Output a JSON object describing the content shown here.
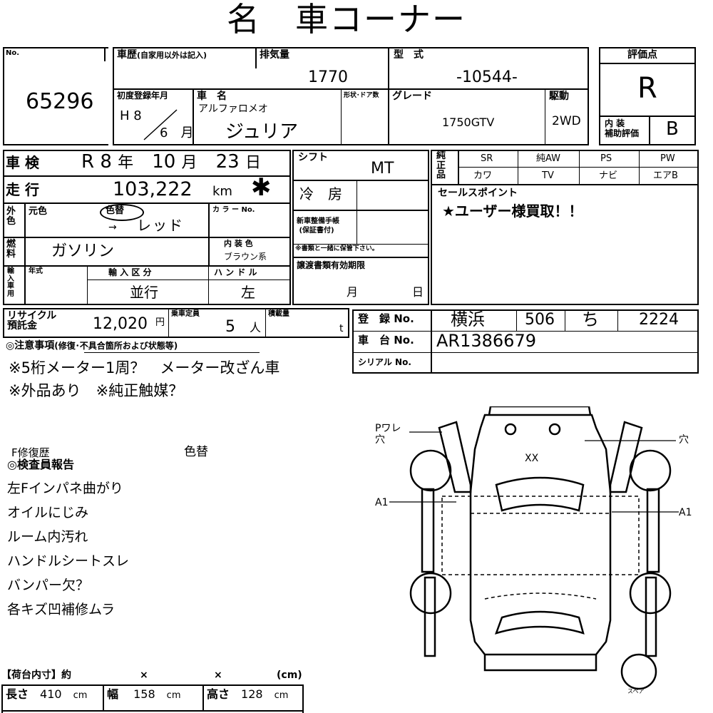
{
  "header": {
    "title": "名　車コーナー"
  },
  "lot": {
    "no_label": "No.",
    "number": "65296"
  },
  "history": {
    "label": "車歴",
    "sub": "(自家用以外は記入)"
  },
  "displacement": {
    "label": "排気量",
    "value": "1770"
  },
  "model": {
    "label": "型　式",
    "value": "-10544-"
  },
  "first_reg": {
    "label": "初度登録年月",
    "era": "H",
    "year": "8",
    "month": "6",
    "month_unit": "月"
  },
  "car_name": {
    "label": "車　名",
    "maker": "アルファロメオ",
    "name": "ジュリア"
  },
  "body_type": {
    "label": "形状･ドア数"
  },
  "grade": {
    "label": "グレード",
    "value": "1750GTV"
  },
  "drive": {
    "label": "駆動",
    "value": "2WD"
  },
  "score": {
    "label": "評価点",
    "value": "R",
    "interior_label1": "内 装",
    "interior_label2": "補助評価",
    "interior_value": "B"
  },
  "inspection": {
    "label": "車 検",
    "era": "R",
    "year": "8",
    "year_unit": "年",
    "month": "10",
    "month_unit": "月",
    "day": "23",
    "day_unit": "日"
  },
  "shift": {
    "label": "シフト",
    "value": "MT"
  },
  "mileage": {
    "label": "走 行",
    "value": "103,222",
    "unit": "km",
    "mark": "✱"
  },
  "ac": {
    "label": "冷　房"
  },
  "genuine": {
    "label": "純正品",
    "row1": [
      "SR",
      "純AW",
      "PS",
      "PW"
    ],
    "row2": [
      "カワ",
      "TV",
      "ナビ",
      "エアB"
    ]
  },
  "color": {
    "label": "外色",
    "orig_label": "元色",
    "repaint": "色替",
    "arrow": "→",
    "value": "レッド",
    "code_label": "カ ラ ー No."
  },
  "manual": {
    "label1": "新車整備手帳",
    "label2": "(保証書付)",
    "note": "※書類と一緒に保管下さい。"
  },
  "sales": {
    "label": "セールスポイント",
    "text": "★ユーザー様買取！！"
  },
  "fuel": {
    "label": "燃料",
    "value": "ガソリン",
    "int_label": "内 装 色",
    "int_value": "ブラウン系"
  },
  "import": {
    "label": "輸入車用",
    "year_label": "年式",
    "class_label": "輸 入 区 分",
    "class_value": "並行",
    "handle_label": "ハ ン ド ル",
    "handle_value": "左"
  },
  "transfer": {
    "label": "譲渡書類有効期限",
    "month": "月",
    "day": "日"
  },
  "recycle": {
    "label1": "リサイクル",
    "label2": "預託金",
    "value": "12,020",
    "unit": "円",
    "cap_label": "乗車定員",
    "cap_value": "5",
    "cap_unit": "人",
    "load_label": "積載量",
    "load_unit": "t"
  },
  "registration": {
    "label": "登　録 No.",
    "area": "横浜",
    "class": "506",
    "kana": "ち",
    "number": "2224"
  },
  "chassis": {
    "label": "車　台 No.",
    "value": "AR1386679"
  },
  "serial": {
    "label": "シリアル No."
  },
  "notes": {
    "label": "◎注意事項",
    "sub": "(修復･不具合箇所および状態等)",
    "line1": "※5桁メーター1周？　メーター改ざん車",
    "line2": "※外品あり　※純正触媒？"
  },
  "repair": {
    "label": "F修復歴",
    "value": "色替"
  },
  "inspector": {
    "label": "◎検査員報告",
    "items": [
      "左Fインパネ曲がり",
      "オイルにじみ",
      "ルーム内汚れ",
      "ハンドルシートスレ",
      "バンパー欠？",
      "各キズ凹補修ムラ"
    ]
  },
  "cargo": {
    "label": "【荷台内寸】約",
    "x1": "×",
    "x2": "×",
    "unit": "(cm)",
    "len_label": "長さ",
    "len": "410",
    "wid_label": "幅",
    "wid": "158",
    "hgt_label": "高さ",
    "hgt": "128",
    "cm": "cm"
  },
  "diagram": {
    "pwre": "Pワレ",
    "ana1": "穴",
    "ana2": "穴",
    "xx": "XX",
    "a1_left": "A1",
    "a1_right": "A1",
    "spare": "スペア"
  }
}
